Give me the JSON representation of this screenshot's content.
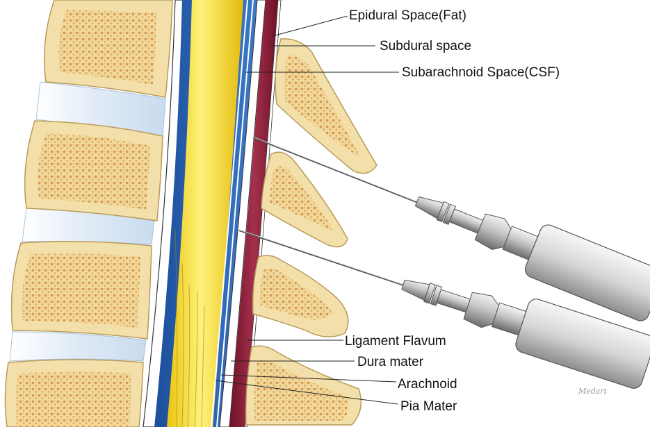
{
  "labels": {
    "epidural_space": "Epidural Space(Fat)",
    "subdural_space": "Subdural space",
    "subarachnoid_space": "Subarachnoid Space(CSF)",
    "ligament_flavum": "Ligament Flavum",
    "dura_mater": "Dura mater",
    "arachnoid": "Arachnoid",
    "pia_mater": "Pia Mater"
  },
  "signature": "Medart",
  "colors": {
    "bone_fill": "#f3dfa9",
    "bone_pore": "#d69a52",
    "disc": "#e3eef7",
    "spinal_cord": "#f4dc2a",
    "csf_blue": "#2a63b0",
    "ligament": "#8a1f38",
    "needle_metal": "#9a9a9a"
  }
}
